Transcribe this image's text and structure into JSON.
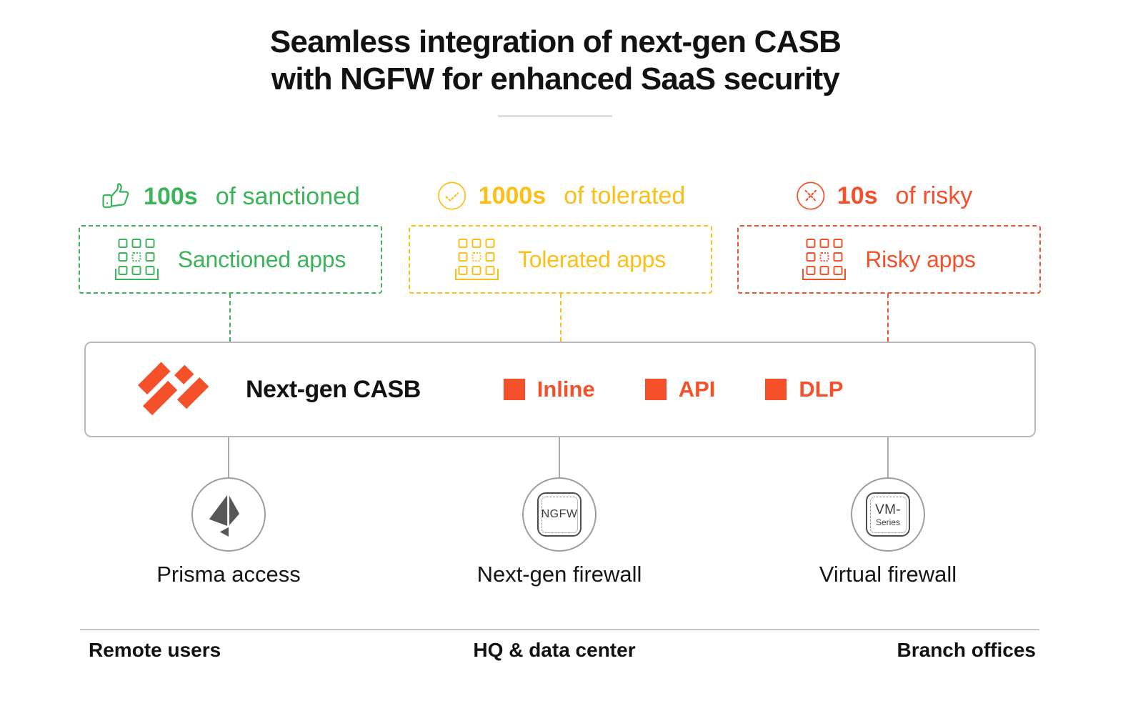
{
  "title": {
    "line1": "Seamless integration of next-gen CASB",
    "line2": "with NGFW for enhanced SaaS security"
  },
  "colors": {
    "sanctioned_green": "#3cb45a",
    "tolerated_yellow": "#fbbf17",
    "risky_orange": "#f4502a",
    "brand_orange": "#f4502a",
    "casb_border_gray": "#b9b9b9",
    "connector_gray": "#ababab",
    "circle_gray": "#9e9e9e",
    "badge_gray": "#4c4c4c",
    "prisma_logo_gray": "#565759",
    "text_black": "#121212"
  },
  "categories": [
    {
      "count": "100s",
      "qualifier": "of sanctioned",
      "box_label": "Sanctioned apps",
      "color": "#3cb45a",
      "icon": "thumbs-up-icon"
    },
    {
      "count": "1000s",
      "qualifier": "of tolerated",
      "box_label": "Tolerated apps",
      "color": "#fbbf17",
      "icon": "check-circle-icon"
    },
    {
      "count": "10s",
      "qualifier": "of risky",
      "box_label": "Risky apps",
      "color": "#f4502a",
      "icon": "x-circle-icon"
    }
  ],
  "casb": {
    "product_name": "Next-gen CASB",
    "features": [
      {
        "label": "Inline"
      },
      {
        "label": "API"
      },
      {
        "label": "DLP"
      }
    ]
  },
  "nodes": [
    {
      "label": "Prisma access",
      "icon": "prisma-logo-icon"
    },
    {
      "label": "Next-gen firewall",
      "badge_text": "NGFW"
    },
    {
      "label": "Virtual firewall",
      "badge_line1": "VM-",
      "badge_line2": "Series"
    }
  ],
  "footer": {
    "left": "Remote users",
    "center": "HQ & data center",
    "right": "Branch offices"
  }
}
